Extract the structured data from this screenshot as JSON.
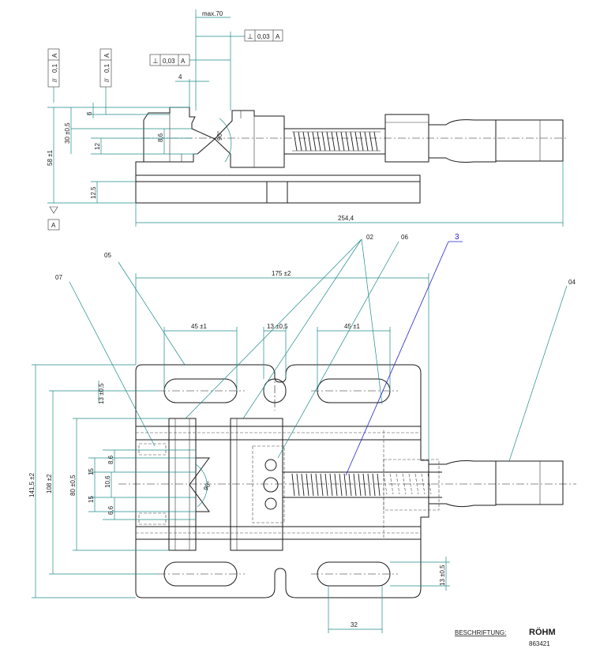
{
  "top_view": {
    "dims": {
      "max70": "max.70",
      "perp_upper": "0,03",
      "perp_lower": "0,03",
      "datum": "A",
      "par_left": "0,1",
      "par_right": "0,1",
      "d4": "4",
      "d6": "6",
      "d30": "30 ±0,5",
      "d58": "58 ±1",
      "d12": "12",
      "d86": "8,6",
      "d90": "90°",
      "d125": "12,5",
      "d2544": "254,4"
    },
    "symbols": {
      "perp": "⊥",
      "parallel": "//"
    }
  },
  "bottom_view": {
    "dims": {
      "d175": "175 ±2",
      "d45a": "45 ±1",
      "d13top": "13 ±0,5",
      "d45b": "45 ±1",
      "d13left": "13 ±0,5",
      "d1415": "141,5 ±2",
      "d108": "108 ±2",
      "d80": "80 ±0,5",
      "d86": "8,6",
      "d15a": "15",
      "d106": "10,6",
      "d15b": "15",
      "d66": "6,6",
      "d90": "90°",
      "d13right": "13 ±0,5",
      "d32": "32"
    },
    "callouts": [
      "05",
      "07",
      "02",
      "06",
      "3",
      "04"
    ]
  },
  "footer": {
    "caption": "BESCHRIFTUNG:",
    "brand": "RÖHM",
    "number": "863421"
  }
}
